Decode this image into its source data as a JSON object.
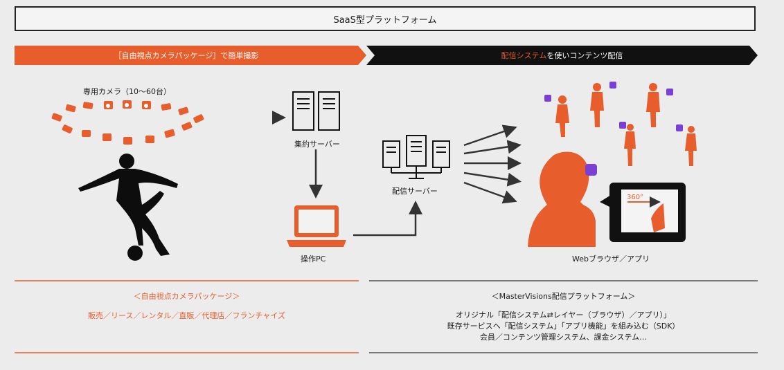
{
  "header": {
    "title": "SaaS型プラットフォーム"
  },
  "banner_left": {
    "label": "［自由視点カメラパッケージ］で簡単撮影"
  },
  "banner_right": {
    "highlight": "配信システム",
    "rest": "を使いコンテンツ配信"
  },
  "cameras": {
    "label": "専用カメラ（10〜60台）"
  },
  "servers": {
    "aggregation": "集約サーバー",
    "control_pc": "操作PC",
    "delivery": "配信サーバー"
  },
  "viewer": {
    "label": "Webブラウザ／アプリ",
    "tablet_label": "360°"
  },
  "bottom_left": {
    "heading": "＜自由視点カメラパッケージ＞",
    "line": "販売／リース／レンタル／直販／代理店／フランチャイズ"
  },
  "bottom_right": {
    "heading": "＜MasterVisions配信プラットフォーム＞",
    "lines": [
      "オリジナル「配信システム⇄レイヤー（ブラウザ）／アプリ）」",
      "既存サービスへ「配信システム」「アプリ機能」を組み込む（SDK）",
      "会員／コンテンツ管理システム、課金システム…"
    ]
  },
  "colors": {
    "accent": "#e85d2c",
    "dark": "#111111",
    "icon_purple": "#7b3fd6"
  },
  "icons": [
    "camera-icon",
    "server-rack-icon",
    "laptop-icon",
    "server-cluster-icon",
    "person-silhouette-icon",
    "tablet-icon",
    "app-icon",
    "arrow-icon"
  ]
}
